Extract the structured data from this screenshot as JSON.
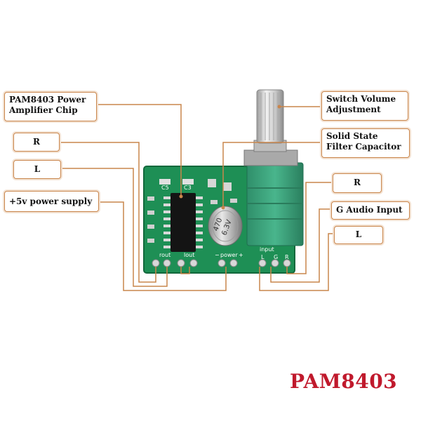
{
  "labels": {
    "pam_chip": "PAM8403 Power Amplifier Chip",
    "volume": "Switch Volume Adjustment",
    "capacitor": "Solid State Filter Capacitor",
    "left_r": "R",
    "left_l": "L",
    "power": "+5v power supply",
    "right_r": "R",
    "audio_input": "G Audio Input",
    "right_l": "L"
  },
  "board_text": {
    "rout": "rout",
    "lout": "lout",
    "power": "power",
    "input": "input",
    "minus": "−",
    "plus": "+",
    "l": "L",
    "g": "G",
    "r": "R",
    "cap_text": "470 6.3V",
    "c5": "C5",
    "c3": "C3"
  },
  "title": "PAM8403",
  "colors": {
    "line": "#c9854b",
    "pcb": "#1e8f55",
    "potentiometer": "#3aa37c",
    "title": "#c0192c"
  }
}
